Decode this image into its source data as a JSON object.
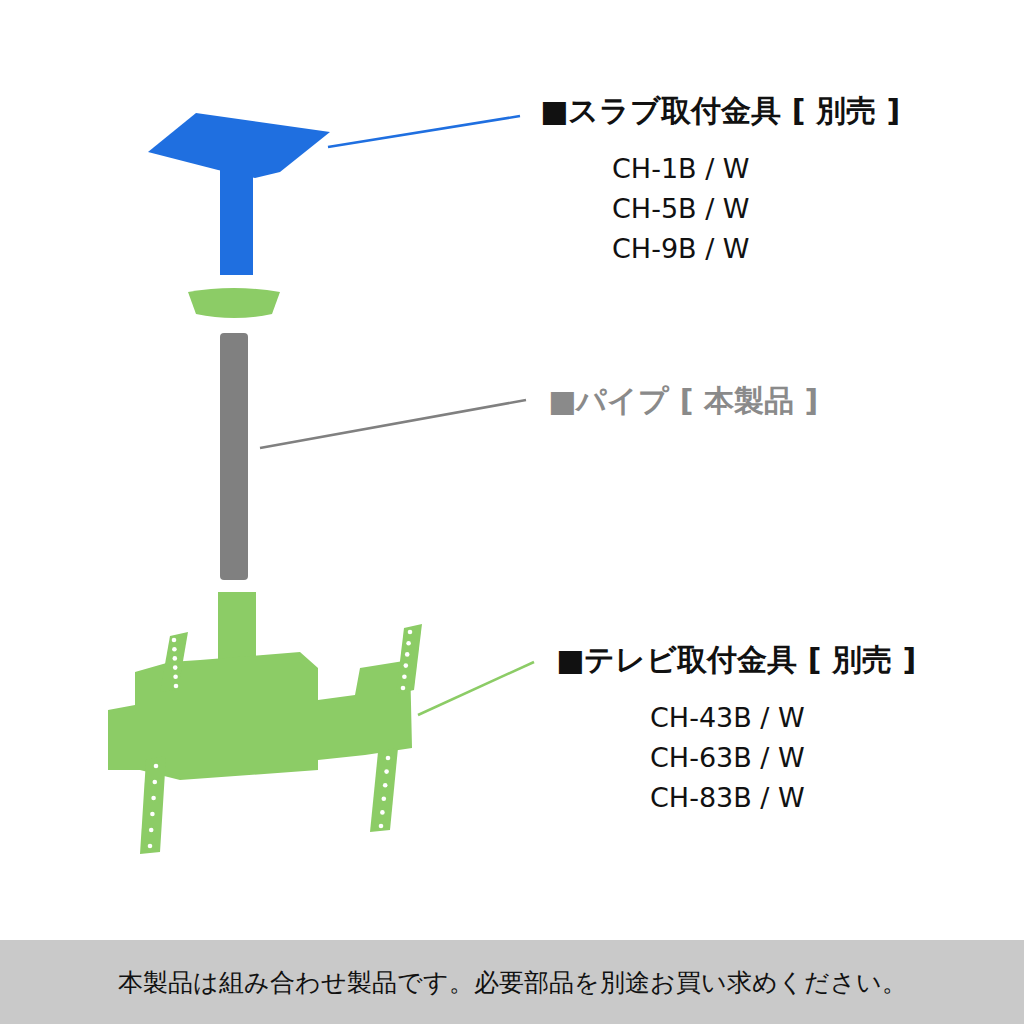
{
  "diagram": {
    "nodes": [
      {
        "text": [
          "本製品は組み合わせ製品です。必要部品を別途お買い求めください。"
        ]
      }
    ],
    "labels": [
      "■スラブ取付金具 [ 別売 ]",
      "CH-1B / W",
      "CH-5B / W",
      "CH-9B / W",
      "■パイプ [ 本製品 ]",
      "■テレビ取付金具 [ 別売 ]",
      "CH-43B / W",
      "CH-63B / W",
      "CH-83B / W"
    ]
  }
}
